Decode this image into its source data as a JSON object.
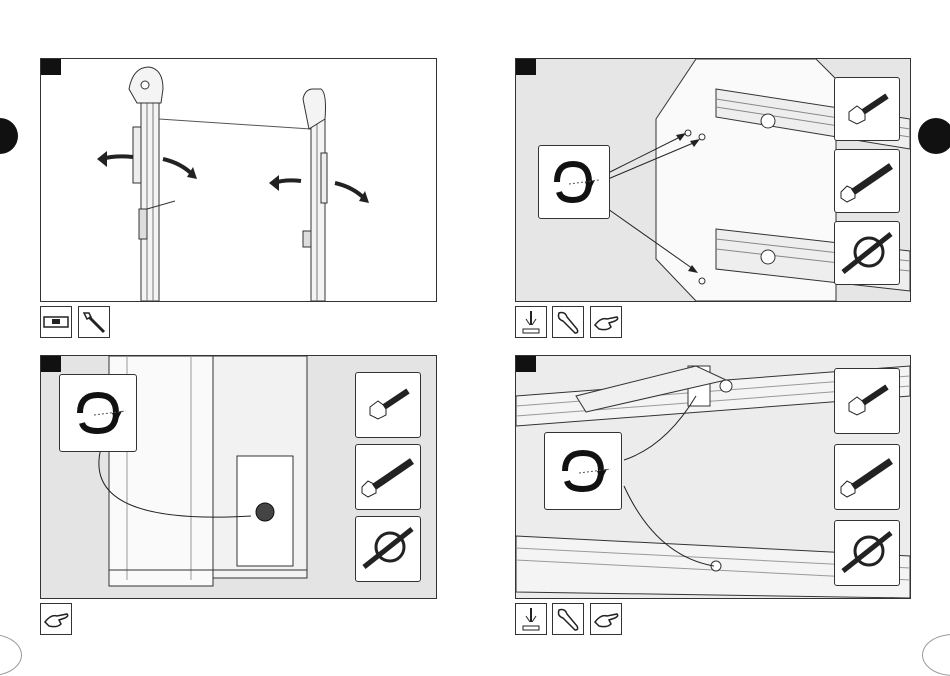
{
  "document": {
    "type": "assembly instructions",
    "pages": 2,
    "steps": [
      {
        "id": "step-1",
        "icons": [
          "spirit-level-icon",
          "pipe-wrench-icon"
        ],
        "parts": []
      },
      {
        "id": "step-2",
        "icons": [
          "welding-icon",
          "spanner-icon",
          "hand-tighten-icon"
        ],
        "parts": [
          "hex-bolt",
          "long-hex-bolt",
          "wheel-bolt"
        ]
      },
      {
        "id": "step-3",
        "icons": [
          "hand-tighten-icon"
        ],
        "parts": [
          "hex-bolt",
          "long-hex-bolt",
          "wheel-bolt"
        ]
      },
      {
        "id": "step-4",
        "icons": [
          "welding-icon",
          "spanner-icon",
          "hand-tighten-icon"
        ],
        "parts": [
          "hex-bolt",
          "long-hex-bolt",
          "wheel-bolt"
        ]
      }
    ],
    "colors": {
      "frame": "#333333",
      "panel_fill": "#e8e8e8",
      "tab": "#111111"
    }
  }
}
